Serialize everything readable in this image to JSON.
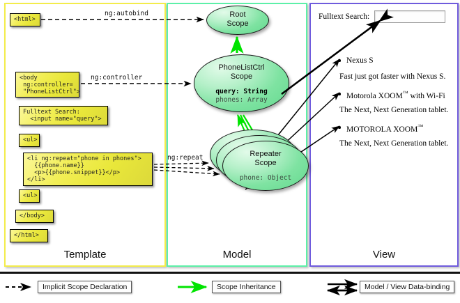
{
  "columns": {
    "template": {
      "label": "Template",
      "accent": "#f3ec4a"
    },
    "model": {
      "label": "Model",
      "accent": "#5cf0a8"
    },
    "view": {
      "label": "View",
      "accent": "#6f5bdd"
    }
  },
  "template": {
    "boxes": [
      {
        "id": "html-open",
        "text": "<html>"
      },
      {
        "id": "body-open",
        "text": "<body\n ng:controller=\n \"PhoneListCtrl\">"
      },
      {
        "id": "search",
        "text": "Fulltext Search:\n  <input name=\"query\">"
      },
      {
        "id": "ul-open",
        "text": "<ul>"
      },
      {
        "id": "li-repeat",
        "text": "<li ng:repeat=\"phone in phones\">\n  {{phone.name}}\n  <p>{{phone.snippet}}</p>\n</li>"
      },
      {
        "id": "ul-close",
        "text": "<ul>"
      },
      {
        "id": "body-close",
        "text": "</body>"
      },
      {
        "id": "html-close",
        "text": "</html>"
      }
    ]
  },
  "connectors": {
    "autobind": "ng:autobind",
    "controller": "ng:controller",
    "repeat": "ng:repeat"
  },
  "model": {
    "scopes": [
      {
        "id": "root",
        "title_line1": "Root",
        "title_line2": "Scope",
        "props": []
      },
      {
        "id": "ctrl",
        "title_line1": "PhoneListCtrl",
        "title_line2": "Scope",
        "props": [
          {
            "text": "query: String",
            "bold": true
          },
          {
            "text": "phones: Array",
            "bold": false
          }
        ]
      },
      {
        "id": "repeater",
        "title_line1": "Repeater",
        "title_line2": "Scope",
        "props": [
          {
            "text": "phone: Object",
            "bold": false
          }
        ]
      }
    ],
    "repeater_stack_count": 3
  },
  "view": {
    "search_label": "Fulltext Search:",
    "search_value": "",
    "items": [
      {
        "name": "Nexus S",
        "name_tm": false,
        "snippet": "Fast just got faster with Nexus S."
      },
      {
        "name": "Motorola XOOM",
        "name_tm": true,
        "name_suffix": "  with Wi-Fi",
        "snippet": "The Next, Next Generation tablet."
      },
      {
        "name": "MOTOROLA XOOM",
        "name_tm": true,
        "name_suffix": "",
        "snippet": "The Next, Next Generation tablet."
      }
    ]
  },
  "legend": {
    "items": [
      {
        "id": "implicit-scope-declaration",
        "label": "Implicit Scope Declaration",
        "style": "dashed-arrow",
        "color": "#000000"
      },
      {
        "id": "scope-inheritance",
        "label": "Scope Inheritance",
        "style": "solid-arrow",
        "color": "#00e400"
      },
      {
        "id": "model-view-data-binding",
        "label": "Model / View Data-binding",
        "style": "double-arrow",
        "color": "#000000"
      }
    ]
  }
}
